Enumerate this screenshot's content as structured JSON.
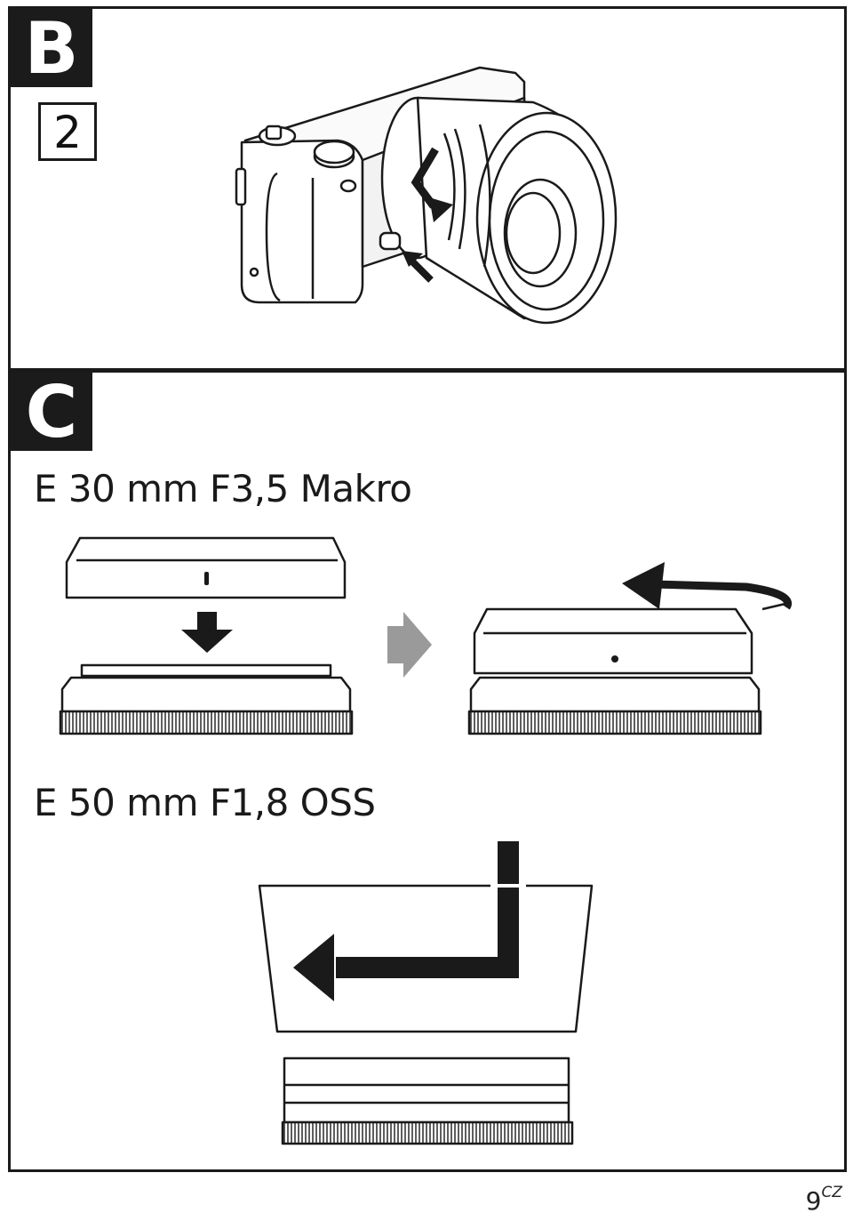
{
  "section_b": {
    "letter": "B",
    "step": "2"
  },
  "section_c": {
    "letter": "C",
    "lens_1_title": "E 30 mm F3,5 Makro",
    "lens_2_title": "E 50 mm F1,8 OSS"
  },
  "page_number": "9",
  "page_suffix": "CZ"
}
